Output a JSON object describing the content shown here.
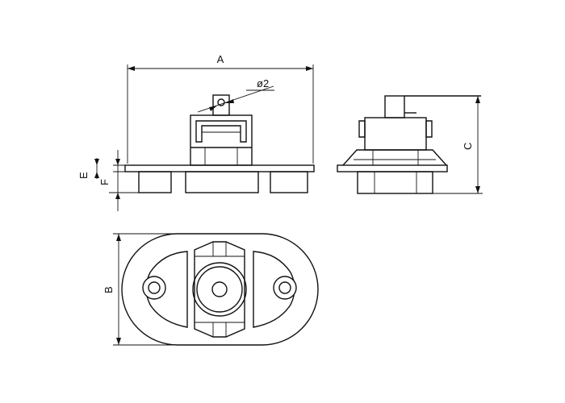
{
  "dimensions": {
    "A": "A",
    "B": "B",
    "C": "C",
    "E": "E",
    "F": "F",
    "diameter": "ø2"
  }
}
